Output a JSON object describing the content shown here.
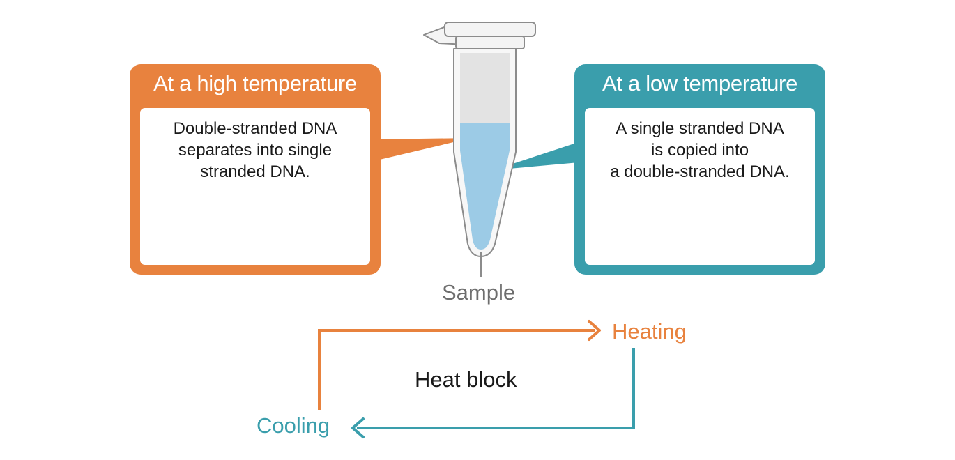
{
  "high_temp": {
    "title": "At a high temperature",
    "lines": [
      "Double-stranded DNA",
      "separates into single",
      "stranded DNA."
    ]
  },
  "low_temp": {
    "title": "At a low temperature",
    "lines": [
      "A single stranded DNA",
      "is copied into",
      "a double-stranded DNA."
    ]
  },
  "labels": {
    "sample": "Sample",
    "heating": "Heating",
    "cooling": "Cooling",
    "heat_block": "Heat block"
  },
  "colors": {
    "orange": "#e8823e",
    "teal": "#3a9eac",
    "liquid": "#9ccbe6",
    "tube_gray": "#e3e3e3",
    "tube_outline": "#8c8c8c",
    "label_gray": "#6e6e6e",
    "text_dark": "#1a1a1a"
  },
  "icons": [
    "microtube-icon",
    "dna-double-strand-icon",
    "dna-single-strand-icon",
    "arrow-right-icon",
    "arrow-left-icon"
  ]
}
